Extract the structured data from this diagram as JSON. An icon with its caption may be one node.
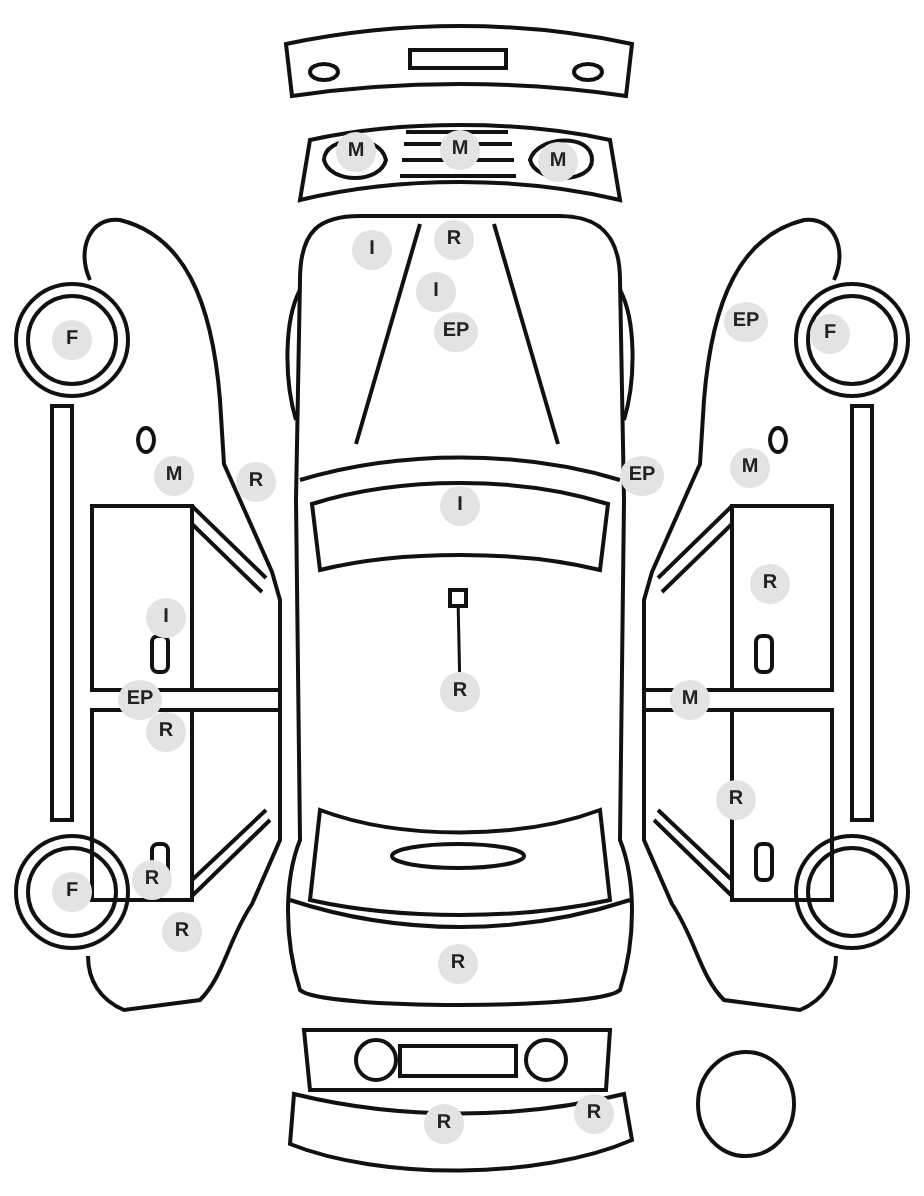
{
  "diagram": {
    "nodes": [
      {
        "text": [
          "M"
        ]
      },
      {
        "text": [
          "M"
        ]
      },
      {
        "text": [
          "M"
        ]
      },
      {
        "text": [
          "R"
        ]
      },
      {
        "text": [
          "I"
        ]
      },
      {
        "text": [
          "I"
        ]
      },
      {
        "text": [
          "F"
        ]
      },
      {
        "text": [
          "EP"
        ]
      },
      {
        "text": [
          "EP"
        ]
      },
      {
        "text": [
          "F"
        ]
      },
      {
        "text": [
          "M"
        ]
      },
      {
        "text": [
          "R"
        ]
      },
      {
        "text": [
          "EP"
        ]
      },
      {
        "text": [
          "M"
        ]
      },
      {
        "text": [
          "I"
        ]
      },
      {
        "text": [
          "R"
        ]
      },
      {
        "text": [
          "I"
        ]
      },
      {
        "text": [],
        "shape": "box"
      },
      {
        "text": [
          "R"
        ]
      },
      {
        "text": [
          "EP"
        ]
      },
      {
        "text": [
          "M"
        ]
      },
      {
        "text": [
          "R"
        ]
      },
      {
        "text": [
          "R"
        ]
      },
      {
        "text": [
          "R"
        ]
      },
      {
        "text": [
          "F"
        ]
      },
      {
        "text": [
          "R"
        ]
      },
      {
        "text": [
          "R"
        ]
      },
      {
        "text": [
          "R"
        ]
      },
      {
        "text": [
          "R"
        ]
      }
    ],
    "edges": [
      {
        "from": 18,
        "to": 17,
        "arrow": "none"
      }
    ]
  }
}
